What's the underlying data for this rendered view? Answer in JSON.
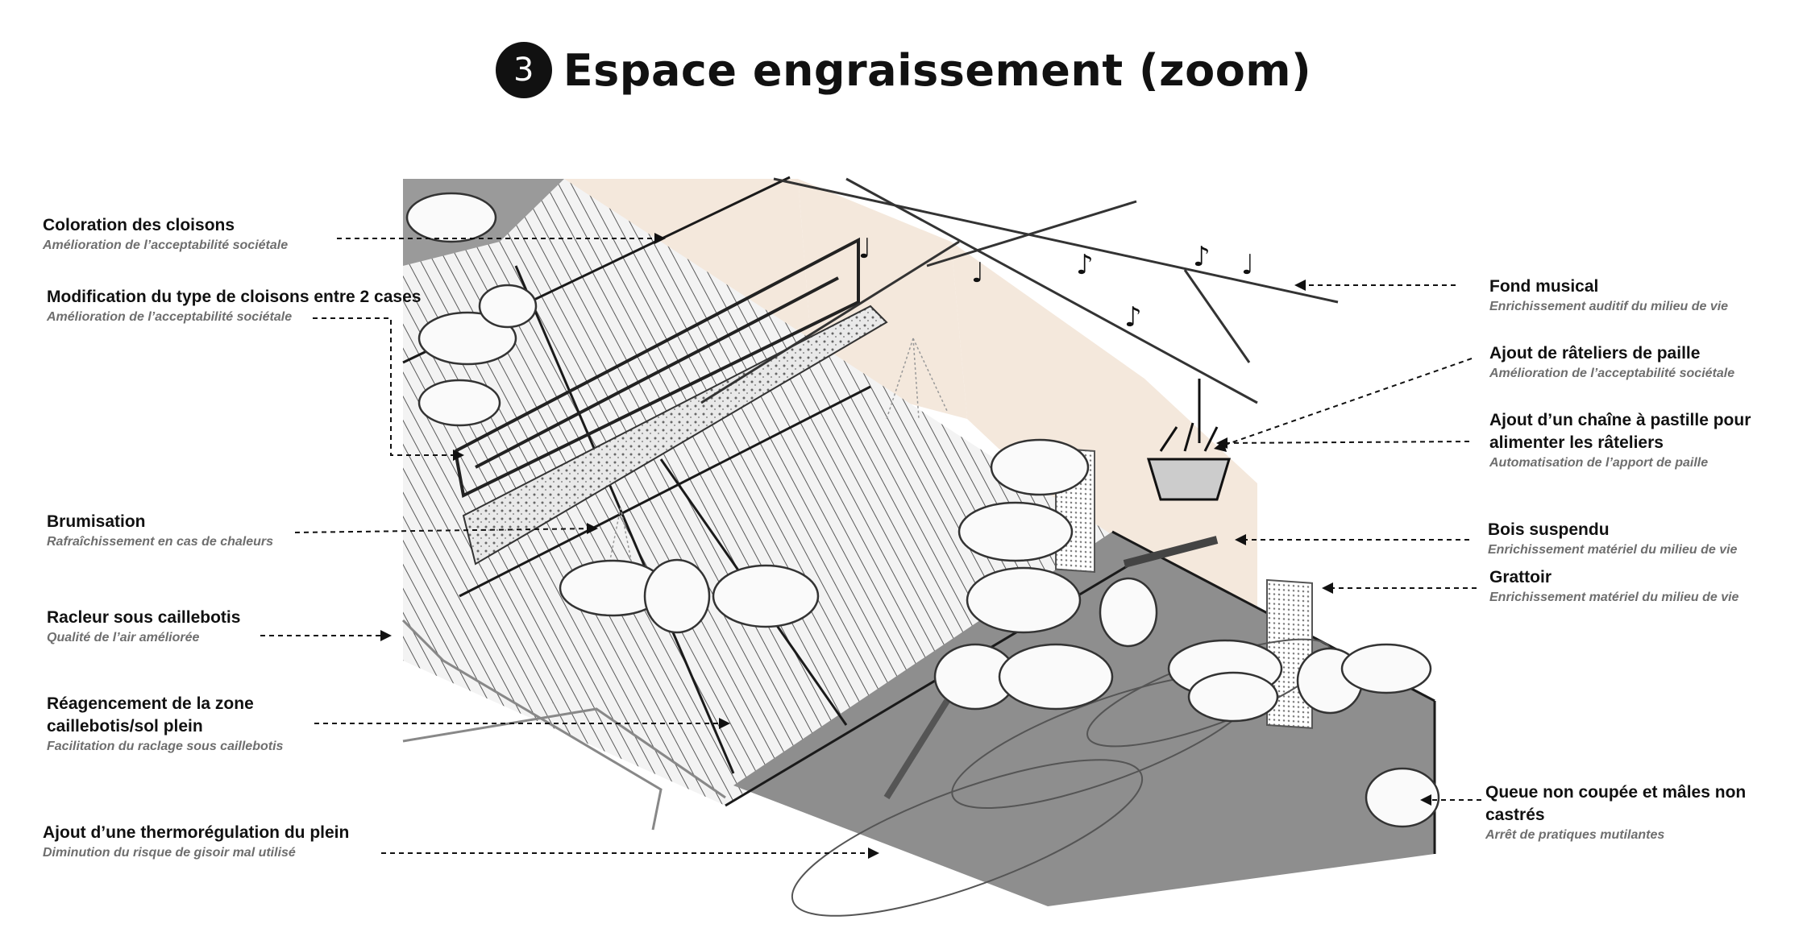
{
  "title": {
    "number": "3",
    "text": "Espace engraissement (zoom)"
  },
  "labels": {
    "coloration": {
      "title": "Coloration des cloisons",
      "sub": "Amélioration de l’acceptabilité sociétale"
    },
    "modification": {
      "title": "Modification du type de cloisons entre 2 cases",
      "sub": "Amélioration de l’acceptabilité sociétale"
    },
    "brumisation": {
      "title": "Brumisation",
      "sub": "Rafraîchissement en cas de chaleurs"
    },
    "racleur": {
      "title": "Racleur sous caillebotis",
      "sub": "Qualité de l’air améliorée"
    },
    "reagencement": {
      "title_line1": "Réagencement de la zone",
      "title_line2": "caillebotis/sol plein",
      "sub": "Facilitation du raclage sous caillebotis"
    },
    "thermoregulation": {
      "title": "Ajout d’une thermorégulation du plein",
      "sub": "Diminution du risque de gisoir mal utilisé"
    },
    "fond_musical": {
      "title": "Fond musical",
      "sub": "Enrichissement auditif du milieu de vie"
    },
    "rateliers": {
      "title": "Ajout de râteliers de paille",
      "sub": "Amélioration de l’acceptabilité sociétale"
    },
    "chaine": {
      "title_line1": "Ajout d’un chaîne à pastille pour",
      "title_line2": "alimenter les râteliers",
      "sub": "Automatisation de l’apport de paille"
    },
    "bois": {
      "title": "Bois suspendu",
      "sub": "Enrichissement matériel du milieu de vie"
    },
    "grattoir": {
      "title": "Grattoir",
      "sub": "Enrichissement matériel du milieu de vie"
    },
    "queue": {
      "title": "Queue non coupée et mâles non castrés",
      "sub": "Arrêt de pratiques mutilantes"
    }
  },
  "colors": {
    "wall": "#f4e8dc",
    "floor_solid": "#8e8e8e",
    "slats": "#f2f2f2",
    "line": "#1a1a1a"
  }
}
